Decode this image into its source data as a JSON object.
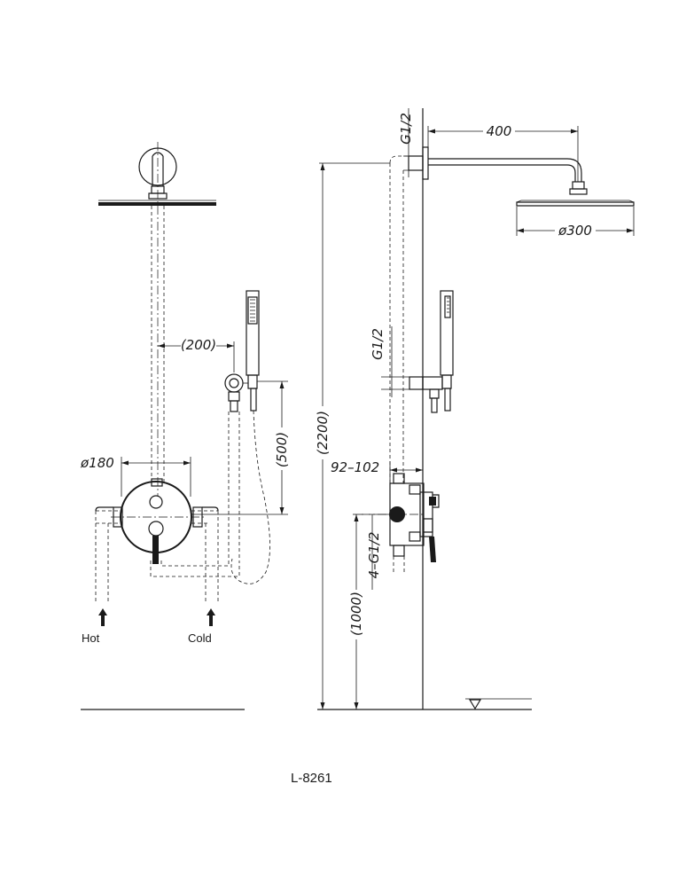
{
  "front_view": {
    "dim_spacing": "(200)",
    "dim_diameter_valve": "ø180",
    "dim_holder_height": "(500)",
    "label_hot": "Hot",
    "label_cold": "Cold"
  },
  "side_view": {
    "dim_arm_length": "400",
    "dim_head_diameter": "ø300",
    "dim_top_thread": "G1/2",
    "dim_outlet_thread": "G1/2",
    "dim_total_height": "(2200)",
    "dim_wall_depth": "92–102",
    "dim_inlet_threads": "4–G1/2",
    "dim_valve_height": "(1000)"
  },
  "model_code": "L-8261"
}
